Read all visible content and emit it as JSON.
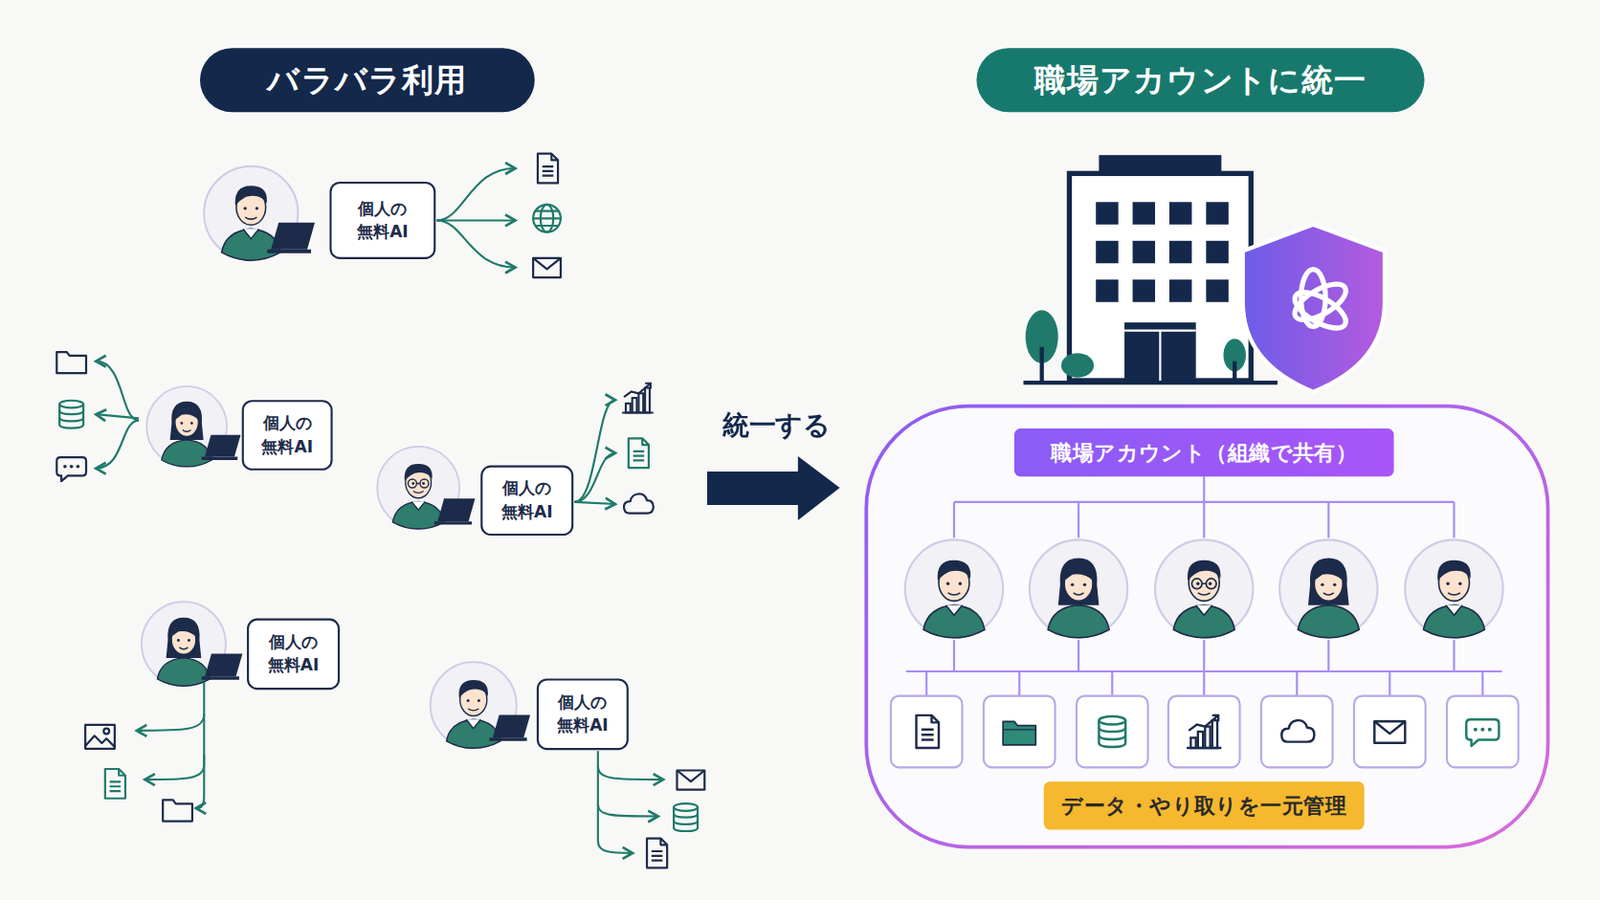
{
  "diagram": {
    "nodes": [
      {
        "text": [
          "バラバラ利用"
        ]
      },
      {
        "text": [
          "職場アカウントに統一"
        ]
      },
      {
        "text": [
          "個人の 無料AI"
        ]
      },
      {
        "text": [
          "個人の 無料AI"
        ]
      },
      {
        "text": [
          "個人の 無料AI"
        ]
      },
      {
        "text": [
          "個人の 無料AI"
        ]
      },
      {
        "text": [
          "個人の 無料AI"
        ]
      },
      {
        "text": [
          "職場アカウント（組織で共有）"
        ]
      },
      {
        "text": [
          "データ・やり取りを一元管理"
        ]
      }
    ],
    "labels": [
      "統一する"
    ]
  }
}
